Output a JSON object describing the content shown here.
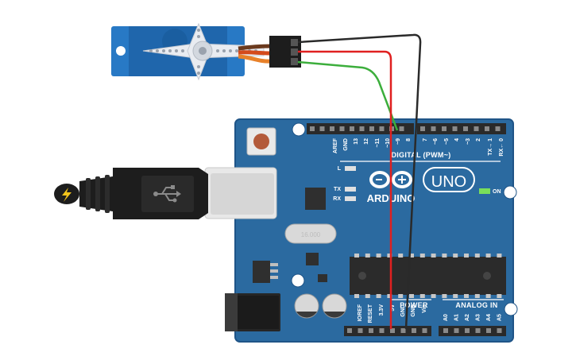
{
  "board": {
    "brand_text": "ARDUINO",
    "model_text": "UNO",
    "on_label": "ON",
    "crystal_text": "16.000",
    "digital_section": "DIGITAL (PWM~)",
    "power_section": "POWER",
    "analog_section": "ANALOG IN",
    "led_labels": [
      "L",
      "TX",
      "RX"
    ],
    "digital_pins": [
      "AREF",
      "GND",
      "13",
      "12",
      "~11",
      "~10",
      "~9",
      "8",
      "7",
      "~6",
      "~5",
      "4",
      "~3",
      "2",
      "TX→ 1",
      "RX← 0"
    ],
    "power_pins": [
      "IOREF",
      "RESET",
      "3.3V",
      "5V",
      "GND",
      "GND",
      "Vin"
    ],
    "analog_pins": [
      "A0",
      "A1",
      "A2",
      "A3",
      "A4",
      "A5"
    ]
  },
  "colors": {
    "board": "#2b6aa0",
    "board_dark": "#1f5487",
    "servo": "#2879c5",
    "wire_signal": "#3cae3c",
    "wire_power": "#e02020",
    "wire_ground": "#2a2a2a",
    "usb_cable": "#1d1d1d"
  },
  "icons": [
    "usb-symbol-icon",
    "lightning-icon",
    "arduino-infinity-logo-icon"
  ]
}
